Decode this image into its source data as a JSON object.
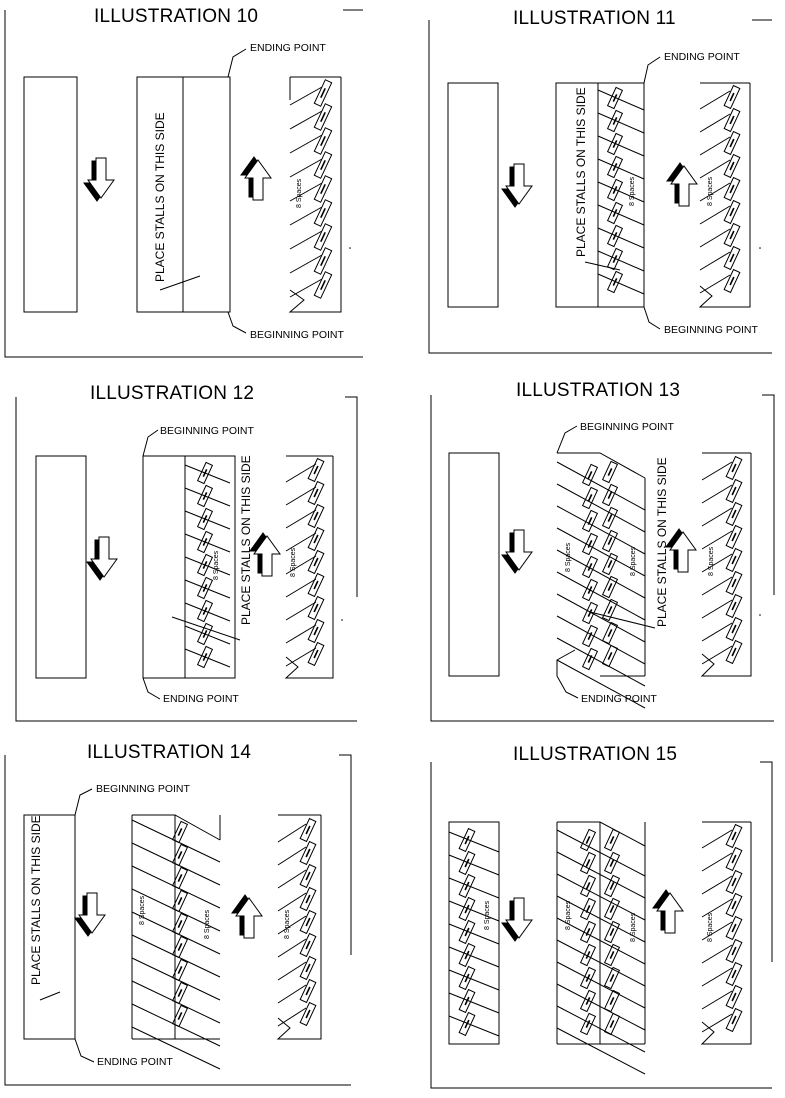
{
  "titles": [
    "ILLUSTRATION 10",
    "ILLUSTRATION 11",
    "ILLUSTRATION 12",
    "ILLUSTRATION 13",
    "ILLUSTRATION 14",
    "ILLUSTRATION 15"
  ],
  "labels": {
    "ending_point": "ENDING POINT",
    "beginning_point": "BEGINNING POINT",
    "place_stalls": "PLACE STALLS ON THIS SIDE",
    "spaces": "8 Spaces"
  },
  "colors": {
    "ink": "#000000",
    "background": "#ffffff"
  },
  "icons": [
    "down-arrow-icon",
    "up-arrow-icon"
  ]
}
